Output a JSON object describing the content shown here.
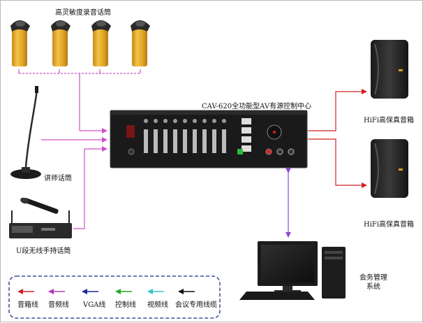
{
  "labels": {
    "mic_array": "高灵敏度录音话筒",
    "controller": "CAV-620全功能型AV有源控制中心",
    "speaker_top": "HiFi高保真音箱",
    "speaker_bottom": "HiFi高保真音箱",
    "lecturer_mic": "讲师话筒",
    "wireless_mic": "U段无线手持话筒",
    "pc": "会务管理\n系统"
  },
  "legend": [
    {
      "label": "音箱线",
      "color": "#d42020"
    },
    {
      "label": "音频线",
      "color": "#b13ab8"
    },
    {
      "label": "VGA线",
      "color": "#1a2a9a"
    },
    {
      "label": "控制线",
      "color": "#22aa22"
    },
    {
      "label": "视频线",
      "color": "#35c6c6"
    },
    {
      "label": "会议专用线缆",
      "color": "#111111"
    }
  ],
  "colors": {
    "speaker_line": "#d42020",
    "audio_line": "#d050c8",
    "control_line": "#8a4ad0",
    "legend_border": "#1a2a8a"
  }
}
